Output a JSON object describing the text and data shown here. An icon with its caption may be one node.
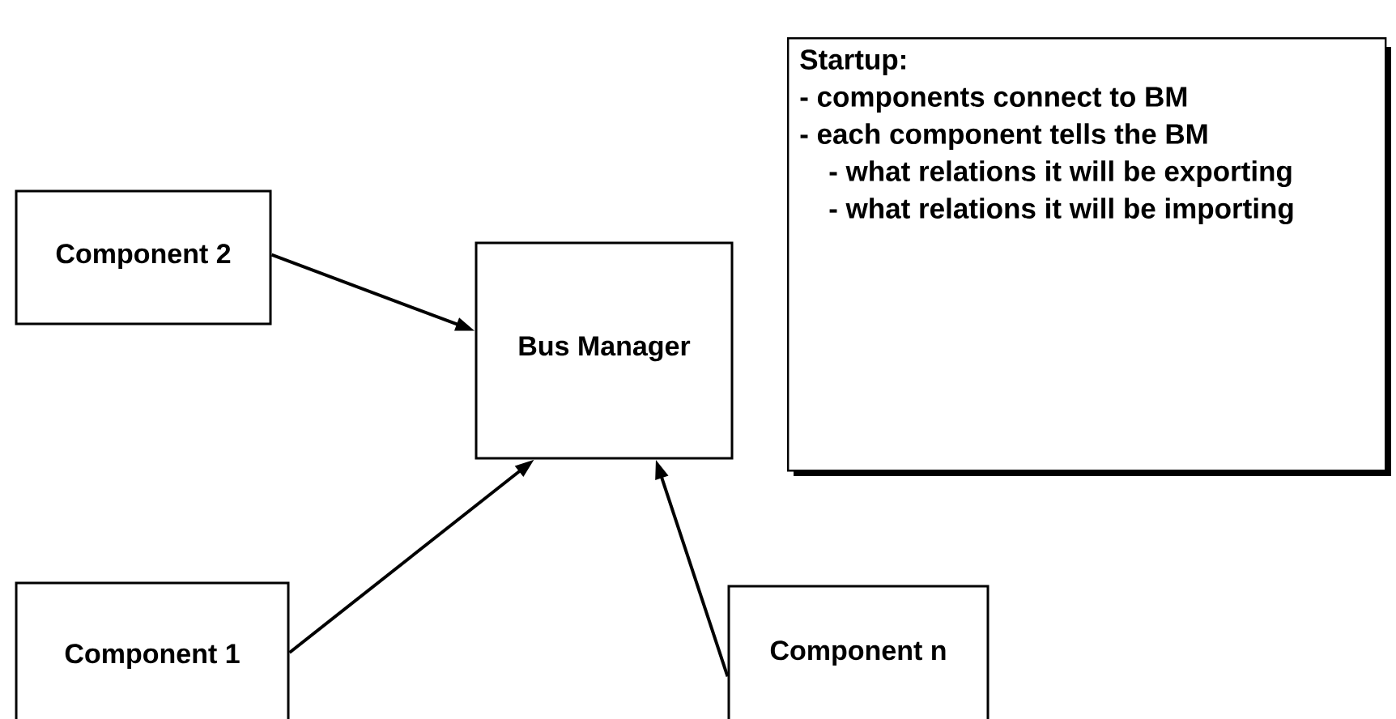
{
  "diagram": {
    "nodes": [
      {
        "text": [
          "Component 2"
        ]
      },
      {
        "text": [
          "Bus Manager"
        ]
      },
      {
        "text": [
          "Component 1"
        ]
      },
      {
        "text": [
          "Component n"
        ]
      },
      {
        "text": [
          "Startup:",
          "- components connect to BM",
          "- each component tells the BM",
          "- what relations it will be exporting",
          "- what relations it will be importing"
        ]
      }
    ],
    "edges": [
      {
        "from": 0,
        "to": 1,
        "arrow": "to"
      },
      {
        "from": 2,
        "to": 1,
        "arrow": "to"
      },
      {
        "from": 3,
        "to": 1,
        "arrow": "to"
      }
    ]
  }
}
